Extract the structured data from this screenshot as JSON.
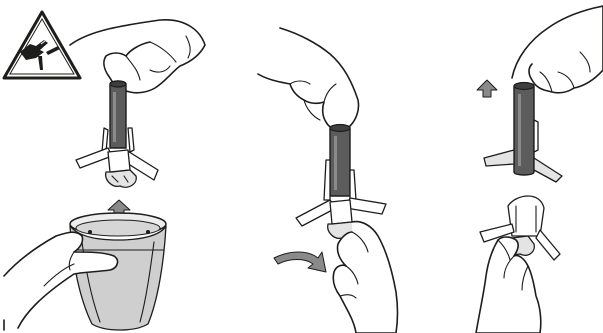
{
  "illustration": {
    "warning_icon": "sharp-blade-hand-warning-icon",
    "colors": {
      "outline": "#1d1d1b",
      "tube_dark": "#5c5c5c",
      "bowl_grey": "#cfcfcf",
      "arrow_grey": "#8a8a8a",
      "background": "#ffffff"
    },
    "steps": [
      {
        "id": "step-1",
        "arrow": "up-arrow-icon"
      },
      {
        "id": "step-2",
        "arrow": "curved-arrow-icon"
      },
      {
        "id": "step-3",
        "arrow": "up-arrow-icon"
      }
    ]
  }
}
